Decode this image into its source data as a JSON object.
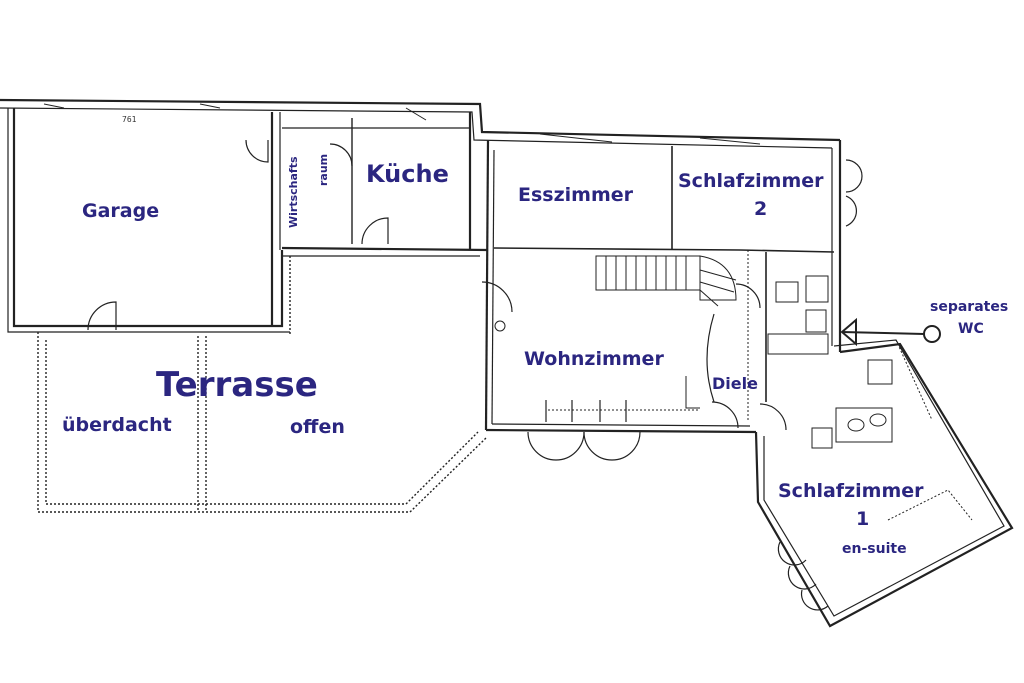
{
  "rooms": {
    "garage": "Garage",
    "wirtschaftsraum_line1": "Wirtschafts",
    "wirtschaftsraum_line2": "raum",
    "kueche": "Küche",
    "esszimmer": "Esszimmer",
    "schlafzimmer2_line1": "Schlafzimmer",
    "schlafzimmer2_line2": "2",
    "terrasse": "Terrasse",
    "ueberdacht": "überdacht",
    "offen": "offen",
    "wohnzimmer": "Wohnzimmer",
    "diele": "Diele",
    "separates_line1": "separates",
    "separates_line2": "WC",
    "schlafzimmer1_line1": "Schlafzimmer",
    "schlafzimmer1_line2": "1",
    "ensuite": "en-suite"
  },
  "dimensions": {
    "garage_width": "761"
  },
  "colors": {
    "label": "#2b2680",
    "wall": "#222222"
  }
}
